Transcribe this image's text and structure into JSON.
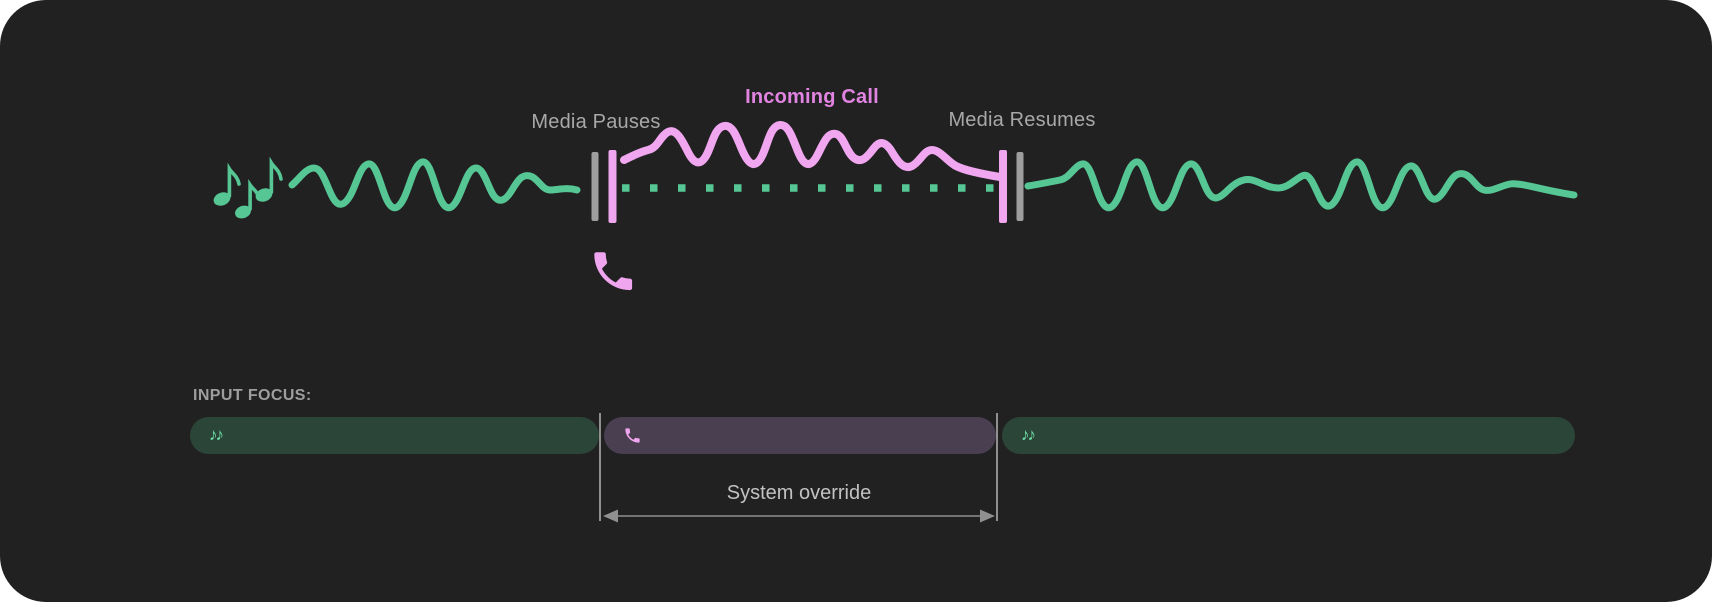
{
  "waveform_diagram": {
    "media_pauses_label": "Media Pauses",
    "incoming_call_label": "Incoming Call",
    "media_resumes_label": "Media Resumes"
  },
  "glyphs": {
    "music_notes": "♪♪"
  },
  "input_focus": {
    "heading": "INPUT FOCUS:",
    "segments": [
      {
        "name": "media-before-call",
        "kind": "media",
        "icon": "music-notes-icon"
      },
      {
        "name": "incoming-call",
        "kind": "call",
        "icon": "phone-icon"
      },
      {
        "name": "media-after-call",
        "kind": "media",
        "icon": "music-notes-icon"
      }
    ],
    "override_annotation": "System override"
  },
  "colors": {
    "page_background": "#ffffff",
    "card": "#212122",
    "media_green": "#56c794",
    "icon_green": "#6fe2a9",
    "call_pink": "#f1a6f0",
    "call_pink_icon": "#f0a6ef",
    "incoming_call_text": "#e183e0",
    "label_gray": "#a8a8a8",
    "heading_gray": "#9e9e9e",
    "annotation_gray": "#c2c2c2",
    "line_gray": "#909090",
    "marker_gray": "#9e9e9e",
    "segment_green": "#2c4539",
    "segment_purple": "#4a3e51"
  }
}
